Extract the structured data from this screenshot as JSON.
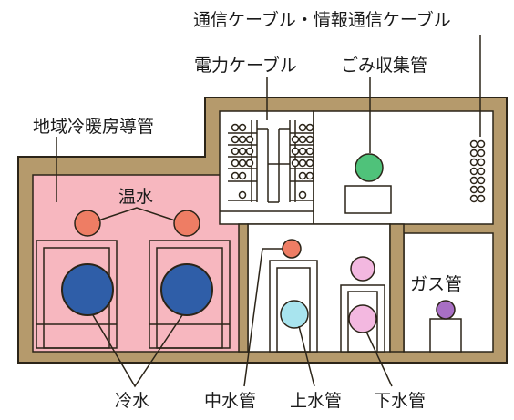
{
  "labels": {
    "telecom_cable": "通信ケーブル・情報通信ケーブル",
    "power_cable": "電力ケーブル",
    "garbage_pipe": "ごみ収集管",
    "district_heating_pipe": "地域冷暖房導管",
    "hot_water": "温水",
    "gas_pipe": "ガス管",
    "cold_water": "冷水",
    "reclaimed_water_pipe": "中水管",
    "water_supply_pipe": "上水管",
    "sewer_pipe": "下水管"
  },
  "colors": {
    "wall": "#b59a6c",
    "wall_outline": "#2b2418",
    "heating_zone": "#f7b7bf",
    "hot_water_pipe": "#ee7d64",
    "cold_water_pipe": "#2f5ea8",
    "garbage_pipe": "#4fc27a",
    "reclaimed_water_pipe": "#ee7d64",
    "water_supply_pipe": "#a8e4ee",
    "sewer_pipe": "#f3b8e0",
    "gas_pipe": "#a86fc4"
  }
}
